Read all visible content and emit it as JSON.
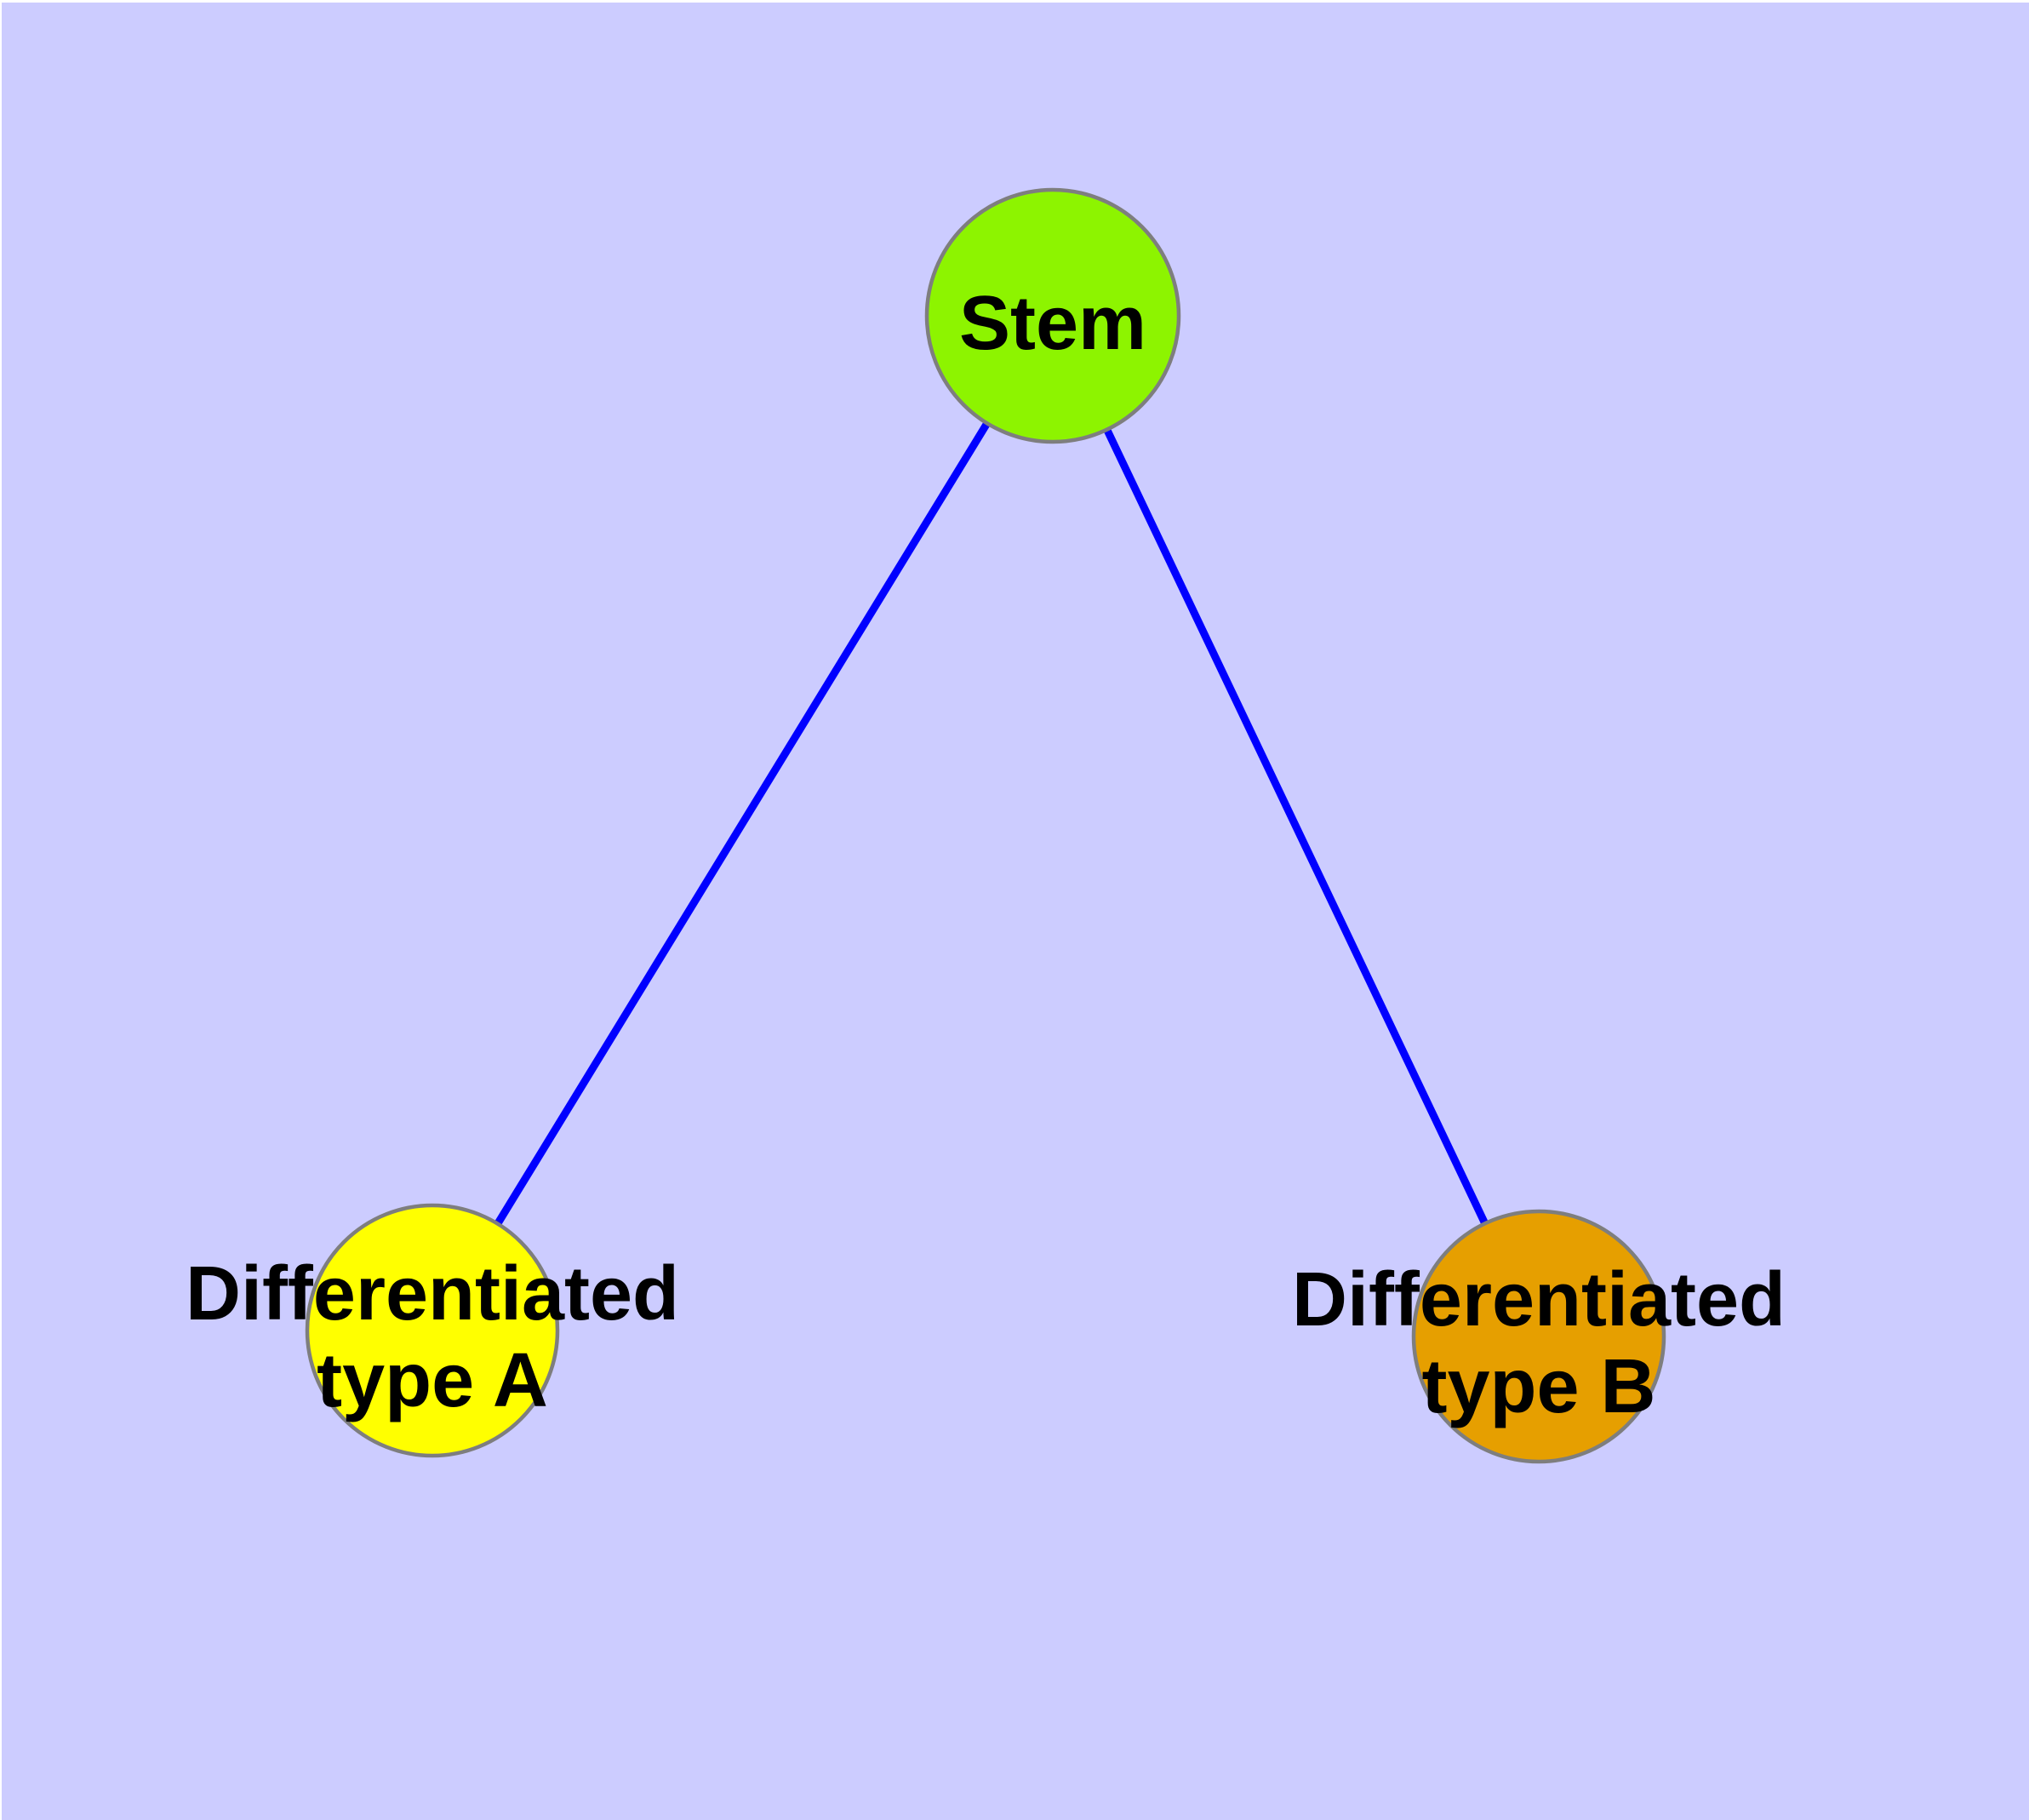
{
  "diagram": {
    "type": "graph",
    "description": "Stem cell differentiation graph with one root node and two differentiated child nodes",
    "background_color": "#CCCCFF",
    "node_border_color": "#7E7E7E",
    "edge_color": "#0000FF",
    "label_color": "#000000",
    "nodes": [
      {
        "id": "stem",
        "label": "Stem",
        "fill_color": "#8DF400"
      },
      {
        "id": "differentiated-type-a",
        "label_line1": "Differentiated",
        "label_line2": "type A",
        "fill_color": "#FFFF00"
      },
      {
        "id": "differentiated-type-b",
        "label_line1": "Differentiated",
        "label_line2": "type B",
        "fill_color": "#E69F00"
      }
    ],
    "edges": [
      {
        "from": "stem",
        "to": "differentiated-type-a"
      },
      {
        "from": "stem",
        "to": "differentiated-type-b"
      }
    ]
  }
}
